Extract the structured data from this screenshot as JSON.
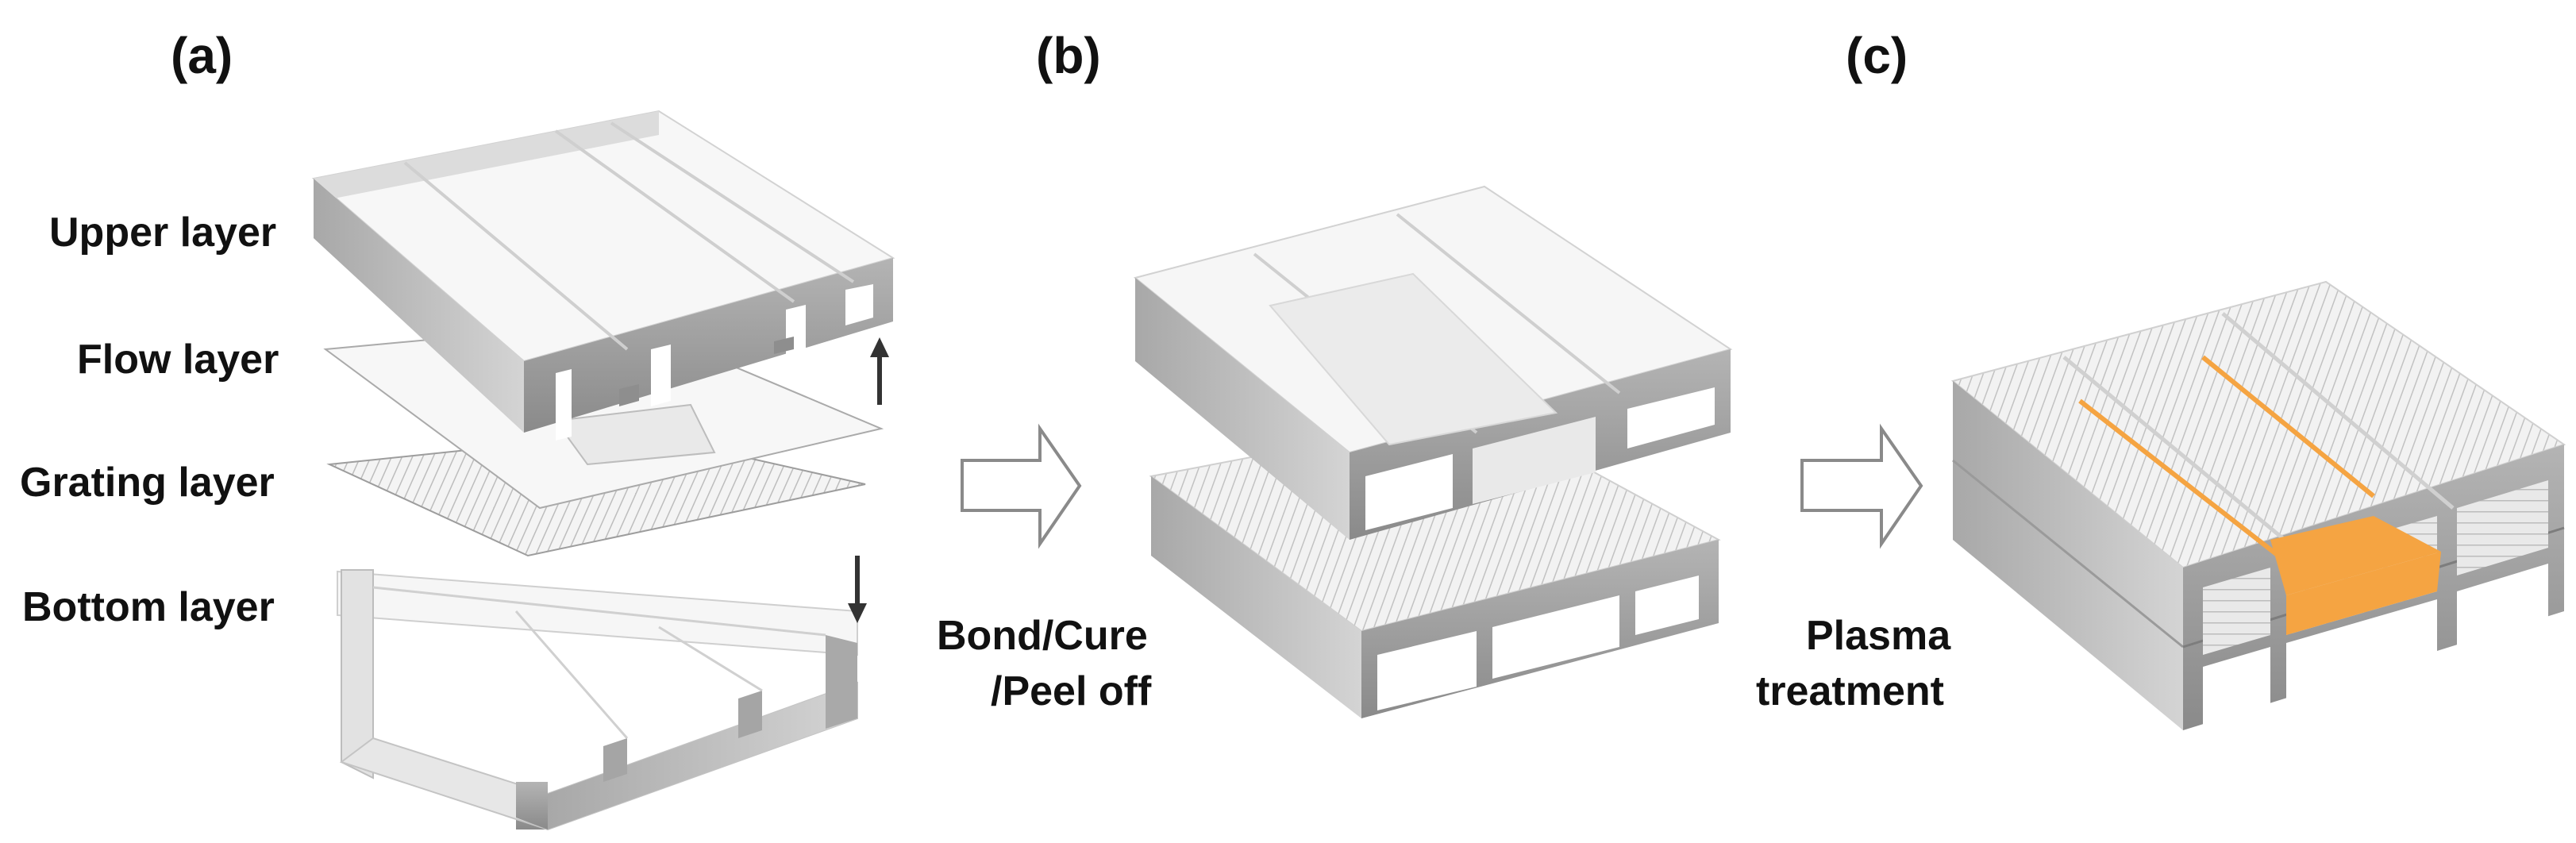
{
  "panels": [
    {
      "tag": "(a)"
    },
    {
      "tag": "(b)"
    },
    {
      "tag": "(c)"
    }
  ],
  "layers": [
    "Upper layer",
    "Flow layer",
    "Grating layer",
    "Bottom layer"
  ],
  "steps": [
    {
      "line1": "Bond/Cure",
      "line2": "/Peel off"
    },
    {
      "line1": "Plasma",
      "line2": "treatment"
    }
  ],
  "colors": {
    "wall_side": "#9c9c9c",
    "wall_top": "#ececec",
    "glass": "#f3f3f3",
    "grating_line": "#b9b9b9",
    "highlight": "#f5a442",
    "arrow_stroke": "#8a8a8a",
    "text": "#111111"
  }
}
